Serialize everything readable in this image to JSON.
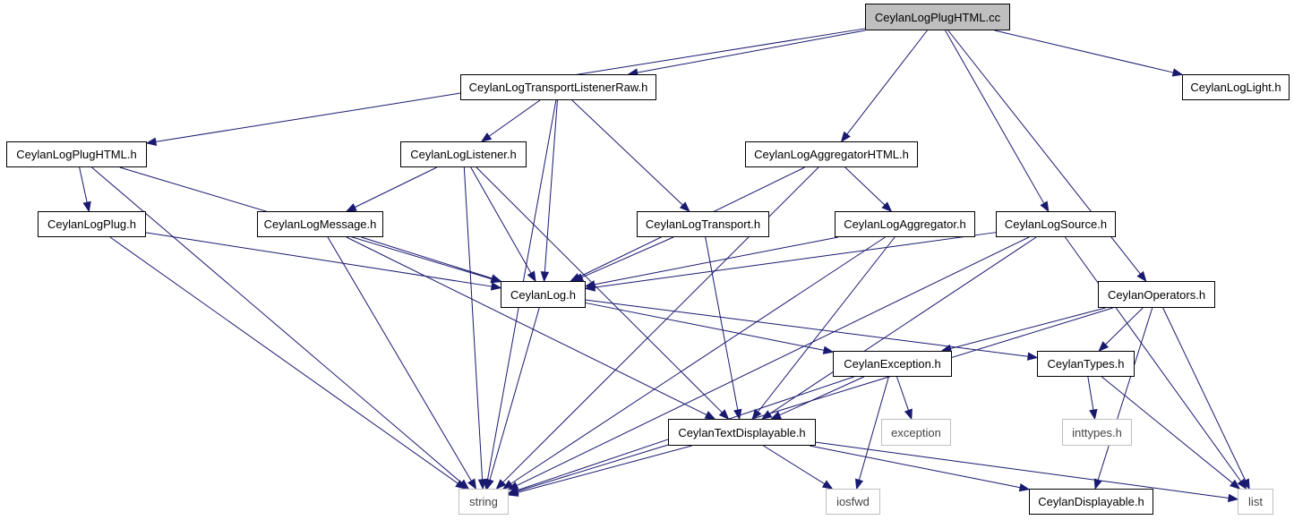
{
  "graph": {
    "colors": {
      "edge": "#191970",
      "root_fill": "#bfbfbf",
      "external_border": "#bfbfbf"
    },
    "nodes": {
      "root": "CeylanLogPlugHTML.cc",
      "transport_listener_raw": "CeylanLogTransportListenerRaw.h",
      "log_light": "CeylanLogLight.h",
      "log_plug_html": "CeylanLogPlugHTML.h",
      "log_listener": "CeylanLogListener.h",
      "log_aggregator_html": "CeylanLogAggregatorHTML.h",
      "log_plug": "CeylanLogPlug.h",
      "log_message": "CeylanLogMessage.h",
      "log_transport": "CeylanLogTransport.h",
      "log_aggregator": "CeylanLogAggregator.h",
      "log_source": "CeylanLogSource.h",
      "log": "CeylanLog.h",
      "operators": "CeylanOperators.h",
      "exception": "CeylanException.h",
      "types": "CeylanTypes.h",
      "text_displayable": "CeylanTextDisplayable.h",
      "std_exception": "exception",
      "inttypes": "inttypes.h",
      "string": "string",
      "iosfwd": "iosfwd",
      "displayable": "CeylanDisplayable.h",
      "list": "list"
    },
    "edges": [
      [
        "root",
        "transport_listener_raw"
      ],
      [
        "root",
        "log_light"
      ],
      [
        "root",
        "log_plug_html"
      ],
      [
        "root",
        "log_aggregator_html"
      ],
      [
        "root",
        "log_source"
      ],
      [
        "root",
        "operators"
      ],
      [
        "transport_listener_raw",
        "log_listener"
      ],
      [
        "transport_listener_raw",
        "log"
      ],
      [
        "transport_listener_raw",
        "log_transport"
      ],
      [
        "transport_listener_raw",
        "string"
      ],
      [
        "log_plug_html",
        "log_plug"
      ],
      [
        "log_plug_html",
        "log"
      ],
      [
        "log_plug_html",
        "string"
      ],
      [
        "log_listener",
        "log_message"
      ],
      [
        "log_listener",
        "log"
      ],
      [
        "log_listener",
        "text_displayable"
      ],
      [
        "log_listener",
        "string"
      ],
      [
        "log_aggregator_html",
        "log_aggregator"
      ],
      [
        "log_aggregator_html",
        "log"
      ],
      [
        "log_aggregator_html",
        "string"
      ],
      [
        "log_plug",
        "log"
      ],
      [
        "log_plug",
        "string"
      ],
      [
        "log_message",
        "log"
      ],
      [
        "log_message",
        "text_displayable"
      ],
      [
        "log_message",
        "string"
      ],
      [
        "log_transport",
        "log"
      ],
      [
        "log_transport",
        "text_displayable"
      ],
      [
        "log_aggregator",
        "log"
      ],
      [
        "log_aggregator",
        "text_displayable"
      ],
      [
        "log_aggregator",
        "string"
      ],
      [
        "log_source",
        "log"
      ],
      [
        "log_source",
        "text_displayable"
      ],
      [
        "log_source",
        "string"
      ],
      [
        "log_source",
        "list"
      ],
      [
        "log",
        "exception"
      ],
      [
        "log",
        "types"
      ],
      [
        "log",
        "string"
      ],
      [
        "operators",
        "exception"
      ],
      [
        "operators",
        "types"
      ],
      [
        "operators",
        "string"
      ],
      [
        "operators",
        "displayable"
      ],
      [
        "operators",
        "list"
      ],
      [
        "exception",
        "text_displayable"
      ],
      [
        "exception",
        "std_exception"
      ],
      [
        "exception",
        "string"
      ],
      [
        "exception",
        "iosfwd"
      ],
      [
        "types",
        "inttypes"
      ],
      [
        "types",
        "list"
      ],
      [
        "text_displayable",
        "string"
      ],
      [
        "text_displayable",
        "iosfwd"
      ],
      [
        "text_displayable",
        "displayable"
      ],
      [
        "text_displayable",
        "list"
      ]
    ]
  }
}
